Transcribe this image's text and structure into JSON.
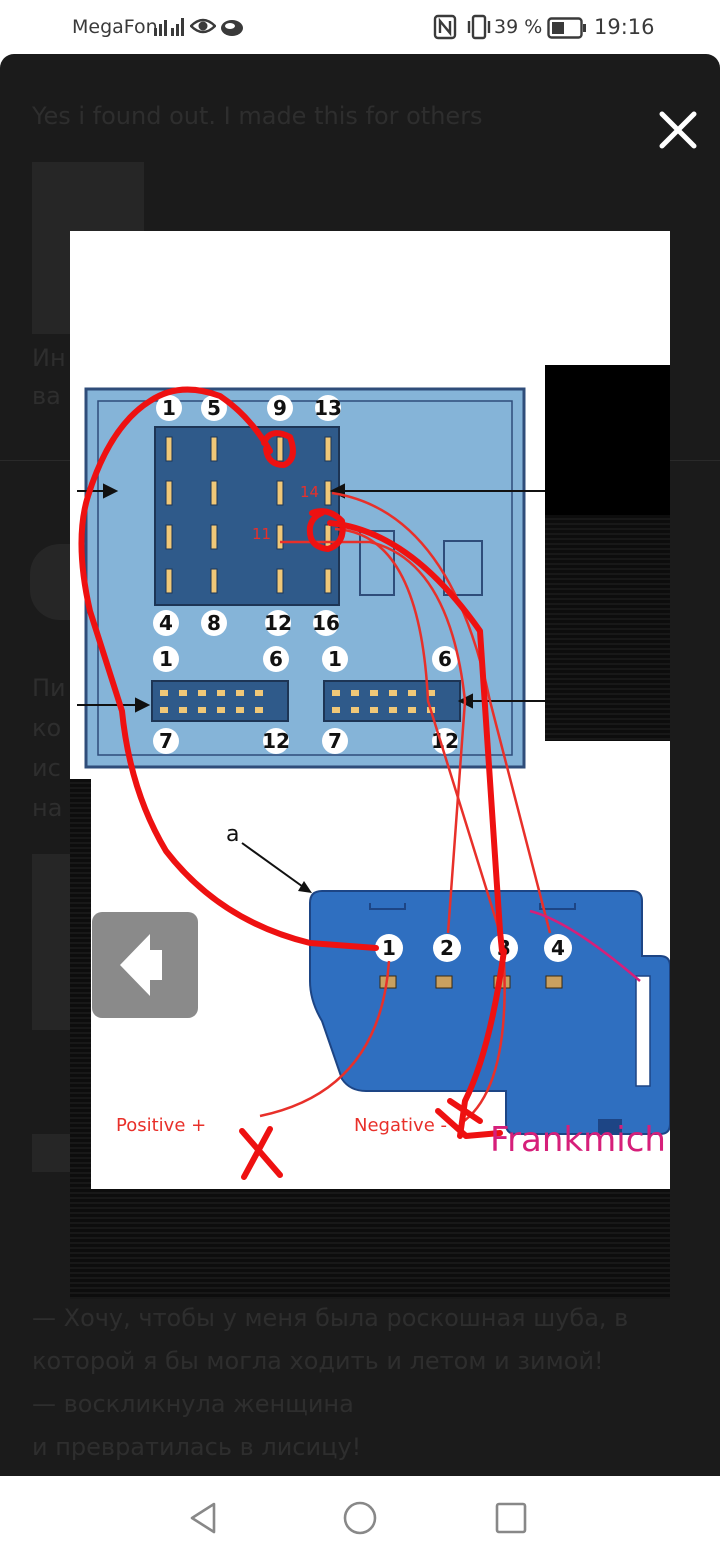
{
  "status_bar": {
    "carrier": "MegaFon",
    "battery_percent": "39 %",
    "time": "19:16",
    "icons": [
      "signal-icon",
      "eye-icon",
      "cloud-icon",
      "nfc-icon",
      "vibrate-icon",
      "battery-icon"
    ]
  },
  "background_page": {
    "intro": "Yes i found out. I made this for others",
    "fragment_1": "Ин",
    "fragment_2": "ва",
    "fragment_3": "Пи",
    "fragment_4": "ко",
    "fragment_5": "ис",
    "fragment_6": "на",
    "quote_line_1": "— Хочу, чтобы у меня была роскошная шуба, в",
    "quote_line_2": "которой я бы могла ходить и летом и зимой!",
    "quote_line_3": "— воскликнула женщина",
    "quote_line_4": "и превратилась в лисицу!"
  },
  "viewer": {
    "close_icon": "close-icon",
    "prev_icon": "arrow-left-icon"
  },
  "diagram": {
    "top_pins_top": [
      "1",
      "5",
      "9",
      "13"
    ],
    "top_pins_bottom": [
      "4",
      "8",
      "12",
      "16"
    ],
    "marked_pins": [
      "14",
      "11"
    ],
    "left_block_top": [
      "1",
      "6"
    ],
    "left_block_bottom": [
      "7",
      "12"
    ],
    "right_block_top": [
      "1",
      "6"
    ],
    "right_block_bottom": [
      "7",
      "12"
    ],
    "connector_label": "a",
    "connector_pins": [
      "1",
      "2",
      "3",
      "4"
    ],
    "positive_label": "Positive +",
    "negative_label": "Negative -",
    "signature": "Frankmich",
    "colors": {
      "panel": "#85b4d8",
      "panel_dark": "#2f5a8a",
      "wire": "#e8302a",
      "marker": "#ee1111",
      "connector": "#2f6fc0",
      "signature": "#d61f7a"
    }
  },
  "nav_bar": {
    "icons": [
      "back-icon",
      "home-icon",
      "recents-icon"
    ]
  }
}
